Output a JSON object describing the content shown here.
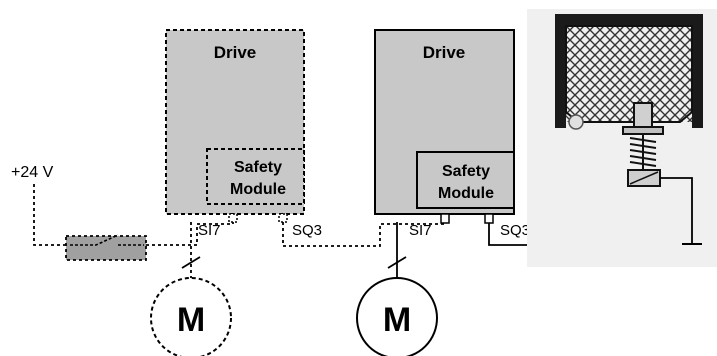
{
  "labels": {
    "supply": "+24 V",
    "drive_left": "Drive",
    "drive_right": "Drive",
    "safety_left_line1": "Safety",
    "safety_left_line2": "Module",
    "safety_right_line1": "Safety",
    "safety_right_line2": "Module",
    "si7_left": "SI7",
    "sq3_left": "SQ3",
    "si7_right": "SI7",
    "sq3_right": "SQ3",
    "motor_left": "M",
    "motor_right": "M"
  },
  "colors": {
    "drive_fill": "#c8c8c8",
    "switch_fill": "#a0a0a0",
    "line": "#000000",
    "background": "#ffffff",
    "photo_bg": "#f0f0f0"
  }
}
